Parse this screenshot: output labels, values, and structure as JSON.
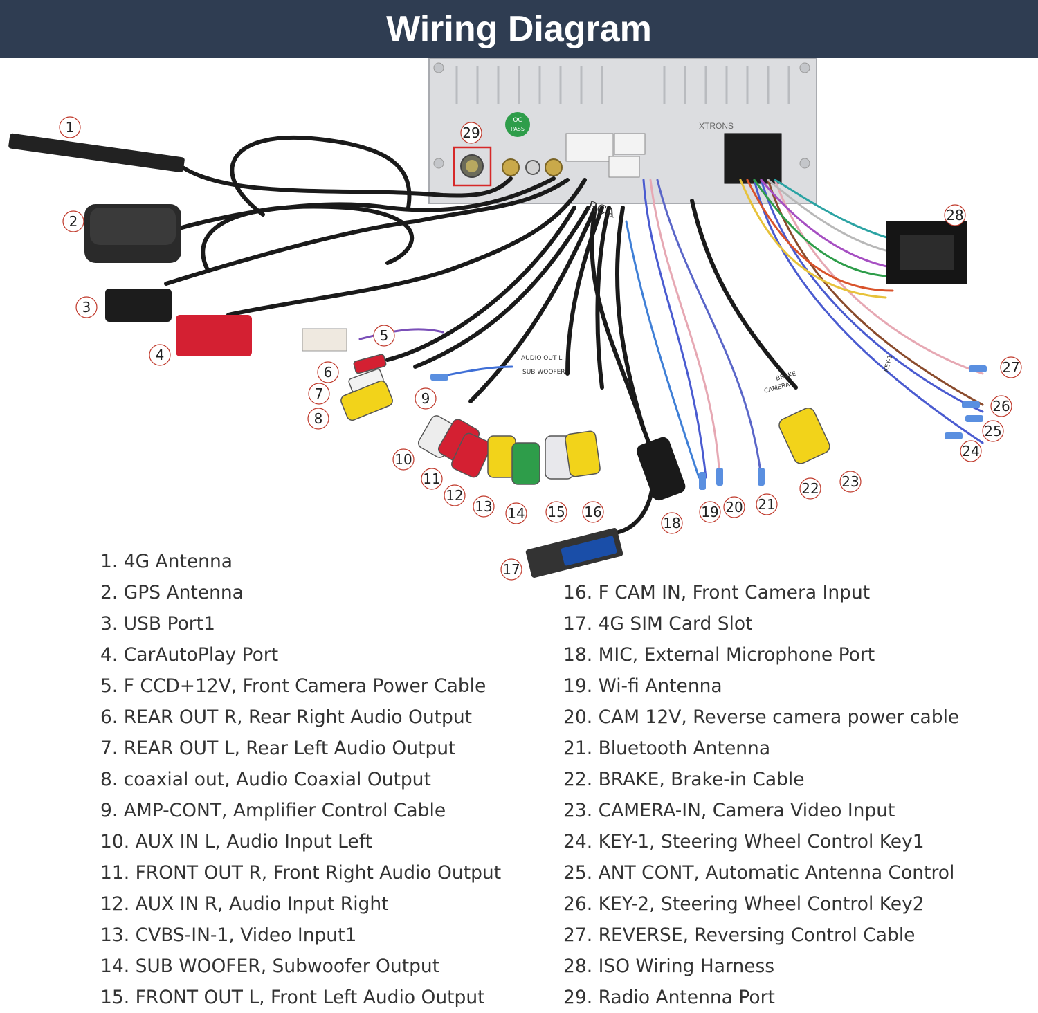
{
  "header": {
    "title": "Wiring Diagram"
  },
  "callouts": [
    "1",
    "2",
    "3",
    "4",
    "5",
    "6",
    "7",
    "8",
    "9",
    "10",
    "11",
    "12",
    "13",
    "14",
    "15",
    "16",
    "17",
    "18",
    "19",
    "20",
    "21",
    "22",
    "23",
    "24",
    "25",
    "26",
    "27",
    "28",
    "29"
  ],
  "unit_labels": {
    "brand": "XTRONS",
    "qc": "QC",
    "pass": "PASS",
    "rca": "RCA",
    "audio_out": "AUDIO OUT L",
    "sub_woofer": "SUB WOOFER",
    "brake": "BRAKE",
    "camera": "CAMERA",
    "key": "KEY-1"
  },
  "legend_left": [
    "1. 4G Antenna",
    "2. GPS Antenna",
    "3. USB Port1",
    "4. CarAutoPlay Port",
    "5. F CCD+12V, Front Camera Power Cable",
    "6. REAR OUT R, Rear Right Audio Output",
    "7. REAR OUT L, Rear Left Audio Output",
    "8. coaxial out, Audio Coaxial Output",
    "9. AMP-CONT, Amplifier Control Cable",
    "10. AUX IN L, Audio Input Left",
    "11. FRONT OUT R, Front Right Audio Output",
    "12. AUX IN R, Audio Input Right",
    "13. CVBS-IN-1, Video Input1",
    "14. SUB WOOFER, Subwoofer Output",
    "15. FRONT OUT L, Front Left Audio Output"
  ],
  "legend_right": [
    "16. F CAM IN, Front Camera Input",
    "17. 4G SIM Card Slot",
    "18. MIC, External Microphone Port",
    "19. Wi-fi Antenna",
    "20. CAM 12V, Reverse camera power cable",
    "21. Bluetooth Antenna",
    "22. BRAKE, Brake-in Cable",
    "23. CAMERA-IN, Camera Video Input",
    "24. KEY-1, Steering Wheel Control Key1",
    "25. ANT CONT, Automatic Antenna Control",
    "26. KEY-2, Steering Wheel Control Key2",
    "27. REVERSE, Reversing Control Cable",
    "28. ISO Wiring Harness",
    "29. Radio Antenna Port"
  ]
}
